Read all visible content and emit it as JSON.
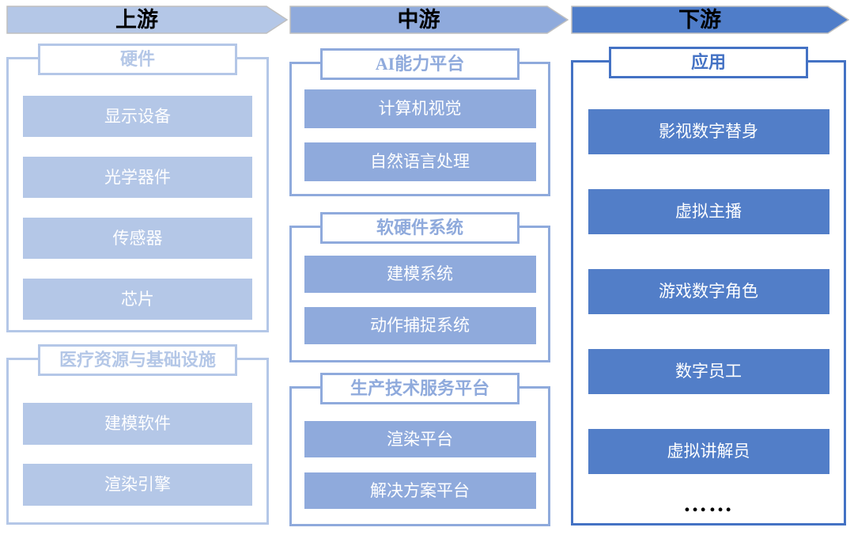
{
  "palette": {
    "upstream_light": "#b4c7e7",
    "midstream_medium": "#8faadc",
    "downstream_border": "#4472c4",
    "downstream_fill": "#527ec8",
    "downstream_arrow": "#4f7dc9",
    "arrow_outline": "#bfbfbf",
    "item_text": "#ffffff",
    "header_text": "#000000"
  },
  "headers": [
    {
      "label": "上游"
    },
    {
      "label": "中游"
    },
    {
      "label": "下游"
    }
  ],
  "columns": [
    {
      "name": "upstream",
      "groups": [
        {
          "title": "硬件",
          "items": [
            "显示设备",
            "光学器件",
            "传感器",
            "芯片"
          ]
        },
        {
          "title": "医疗资源与基础设施",
          "items": [
            "建模软件",
            "渲染引擎"
          ]
        }
      ]
    },
    {
      "name": "midstream",
      "groups": [
        {
          "title": "AI能力平台",
          "items": [
            "计算机视觉",
            "自然语言处理"
          ]
        },
        {
          "title": "软硬件系统",
          "items": [
            "建模系统",
            "动作捕捉系统"
          ]
        },
        {
          "title": "生产技术服务平台",
          "items": [
            "渲染平台",
            "解决方案平台"
          ]
        }
      ]
    },
    {
      "name": "downstream",
      "groups": [
        {
          "title": "应用",
          "items": [
            "影视数字替身",
            "虚拟主播",
            "游戏数字角色",
            "数字员工",
            "虚拟讲解员"
          ],
          "ellipsis": "……"
        }
      ]
    }
  ]
}
